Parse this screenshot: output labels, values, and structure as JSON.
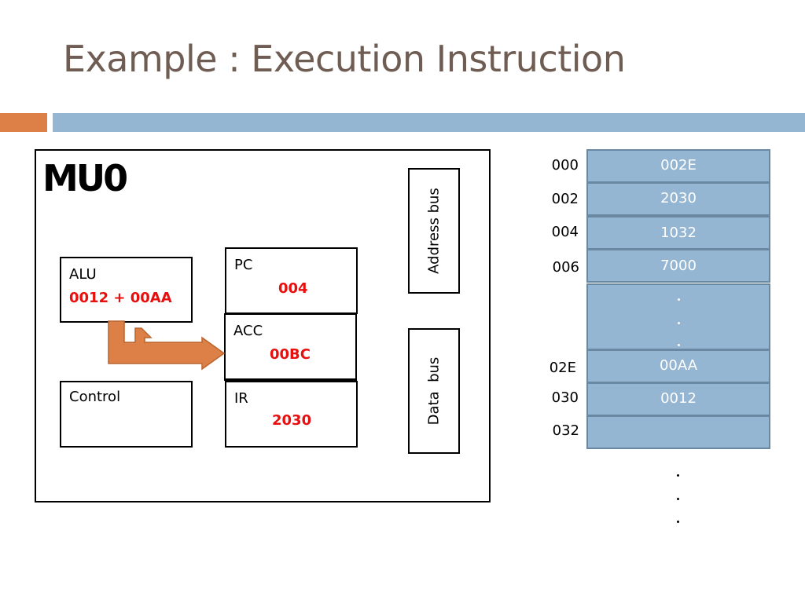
{
  "title": "Example : Execution Instruction",
  "cpu": {
    "label": "MU0",
    "alu": {
      "label": "ALU",
      "value": "0012 + 00AA"
    },
    "control": {
      "label": "Control"
    },
    "pc": {
      "label": "PC",
      "value": "004"
    },
    "acc": {
      "label": "ACC",
      "value": "00BC"
    },
    "ir": {
      "label": "IR",
      "value": "2030"
    },
    "address_bus": "Address bus",
    "data_bus": "Data  bus",
    "arrow": "arrow-alu-to-acc"
  },
  "memory": {
    "rows": [
      {
        "address": "000",
        "value": "002E"
      },
      {
        "address": "002",
        "value": "2030"
      },
      {
        "address": "004",
        "value": "1032"
      },
      {
        "address": "006",
        "value": "7000"
      },
      {
        "address": "",
        "value": "..."
      },
      {
        "address": "02E",
        "value": "00AA"
      },
      {
        "address": "030",
        "value": "0012"
      },
      {
        "address": "032",
        "value": ""
      }
    ],
    "continuation": "..."
  },
  "colors": {
    "title": "#6f5d53",
    "accent_orange": "#dd8047",
    "accent_blue": "#94b6d2",
    "value_red": "#e80f0f",
    "arrow_fill": "#dd8047"
  }
}
